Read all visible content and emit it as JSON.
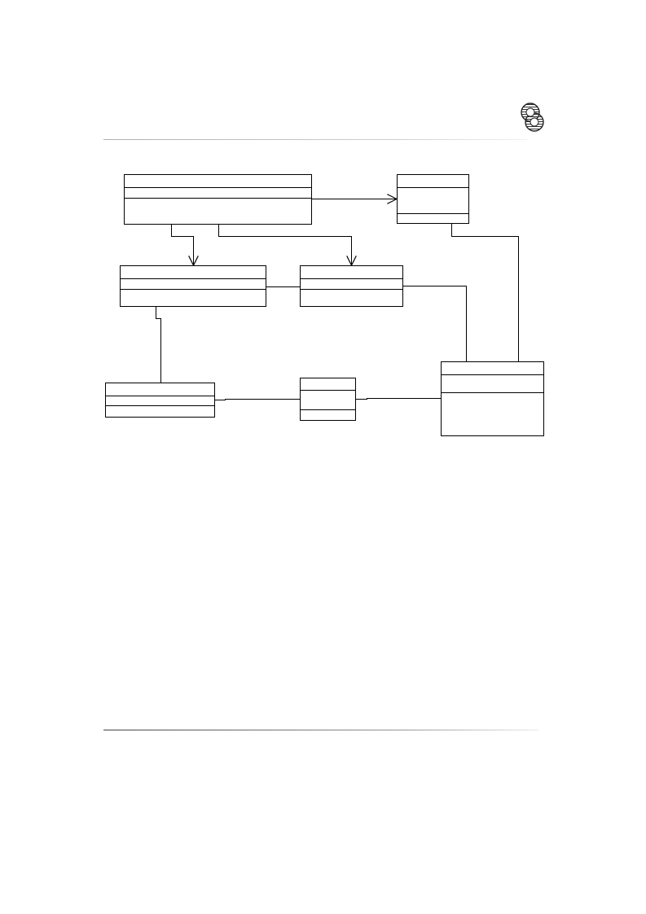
{
  "diagram": {
    "classes": [
      {
        "id": "class-top-wide",
        "compartments": 3
      },
      {
        "id": "class-top-right",
        "compartments": 3
      },
      {
        "id": "class-mid-left",
        "compartments": 3
      },
      {
        "id": "class-mid-center",
        "compartments": 3
      },
      {
        "id": "class-bottom-left",
        "compartments": 3
      },
      {
        "id": "class-bottom-center",
        "compartments": 3
      },
      {
        "id": "class-bottom-right",
        "compartments": 3
      }
    ],
    "connectors": [
      {
        "from": "class-top-wide",
        "to": "class-top-right",
        "arrow": "open"
      },
      {
        "from": "class-top-wide",
        "to": "class-mid-left",
        "arrow": "open"
      },
      {
        "from": "class-top-wide",
        "to": "class-mid-center",
        "arrow": "open"
      },
      {
        "from": "class-mid-left",
        "to": "class-mid-center",
        "arrow": "none"
      },
      {
        "from": "class-mid-center",
        "to": "class-bottom-right",
        "arrow": "none"
      },
      {
        "from": "class-top-right",
        "to": "class-bottom-right",
        "arrow": "none"
      },
      {
        "from": "class-mid-left",
        "to": "class-bottom-left",
        "arrow": "none"
      },
      {
        "from": "class-bottom-left",
        "to": "class-bottom-center",
        "arrow": "none"
      },
      {
        "from": "class-bottom-center",
        "to": "class-bottom-right",
        "arrow": "none"
      }
    ]
  },
  "icons": {
    "header_logo": "interlocking-rings-logo-icon"
  },
  "colors": {
    "line": "#000000",
    "rule": "#b0b0b0"
  }
}
